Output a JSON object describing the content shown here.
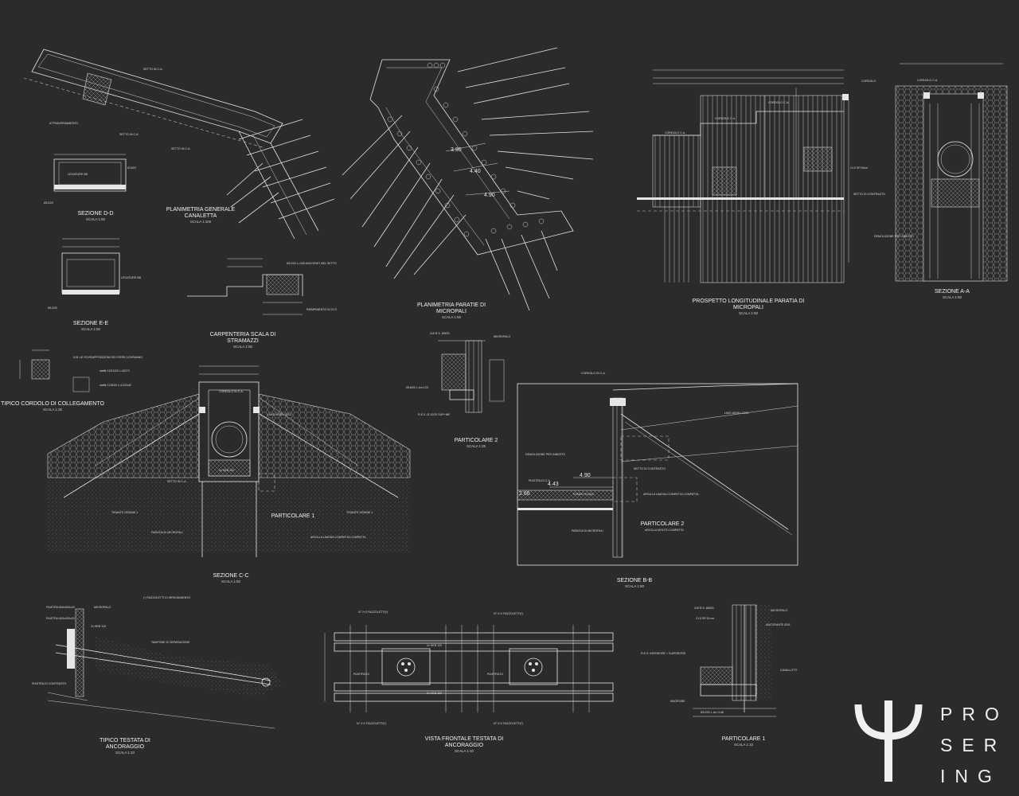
{
  "labels": {
    "sezione_dd": "SEZIONE D-D",
    "sezione_ee": "SEZIONE E-E",
    "planimetria_canaletta_1": "PLANIMETRIA GENERALE",
    "planimetria_canaletta_2": "CANALETTA",
    "carpenteria_1": "CARPENTERIA SCALA DI",
    "carpenteria_2": "STRAMAZZI",
    "planimetria_paratie_1": "PLANIMETRIA PARATIE DI",
    "planimetria_paratie_2": "MICROPALI",
    "prospetto_1": "PROSPETTO LONGITUDINALE PARATIA DI",
    "prospetto_2": "MICROPALI",
    "sezione_aa": "SEZIONE A-A",
    "tipico_cordolo": "TIPICO CORDOLO DI COLLEGAMENTO",
    "particolare_2": "PARTICOLARE 2",
    "sezione_cc": "SEZIONE C-C",
    "sezione_bb": "SEZIONE B-B",
    "tipico_testata_1": "TIPICO TESTATA DI",
    "tipico_testata_2": "ANCORAGGIO",
    "vista_frontale_1": "VISTA FRONTALE  TESTATA DI",
    "vista_frontale_2": "ANCORAGGIO",
    "particolare_1": "PARTICOLARE 1",
    "particolare_1_callout": "PARTICOLARE 1",
    "particolare_2_callout": "PARTICOLARE 2"
  },
  "scales": {
    "s50": "SCALA 1:50",
    "s25": "SCALA 1:25",
    "s10": "SCALA 1:10",
    "s100": "SCALA 1:100"
  },
  "dims": {
    "d390": "3.90",
    "d440": "4.40",
    "d490": "4.90",
    "d443": "4.43",
    "d490b": "4.90",
    "d266": "2.66"
  },
  "notes": {
    "cordolo_ca": "CORDOLO C.A.",
    "setto_ca": "SETTO IN C.A.",
    "micropalo": "MICROPALO",
    "fondo_scavo": "FONDO SCAVO",
    "argilla_1": "ARGILLA LIMOSA COMPATTA",
    "argilla_2": "ARGILLA MOLTO COMPATTA",
    "limo": "LIMO ARGILLOSO",
    "demolizione": "DEMOLIZIONE PER INNESTO COLLETTORE",
    "tirante": "TIRANTE ORDINE 1",
    "hea": "2x HEB 120",
    "piastra": "PIASTRA DI CONTRASTO"
  },
  "brand": {
    "row1": "PRO",
    "row2": "SER",
    "row3": "ING",
    "accent_color": "#b89a8a"
  },
  "colors": {
    "background": "#2b2b2b",
    "linework": "#e6e6e6"
  }
}
